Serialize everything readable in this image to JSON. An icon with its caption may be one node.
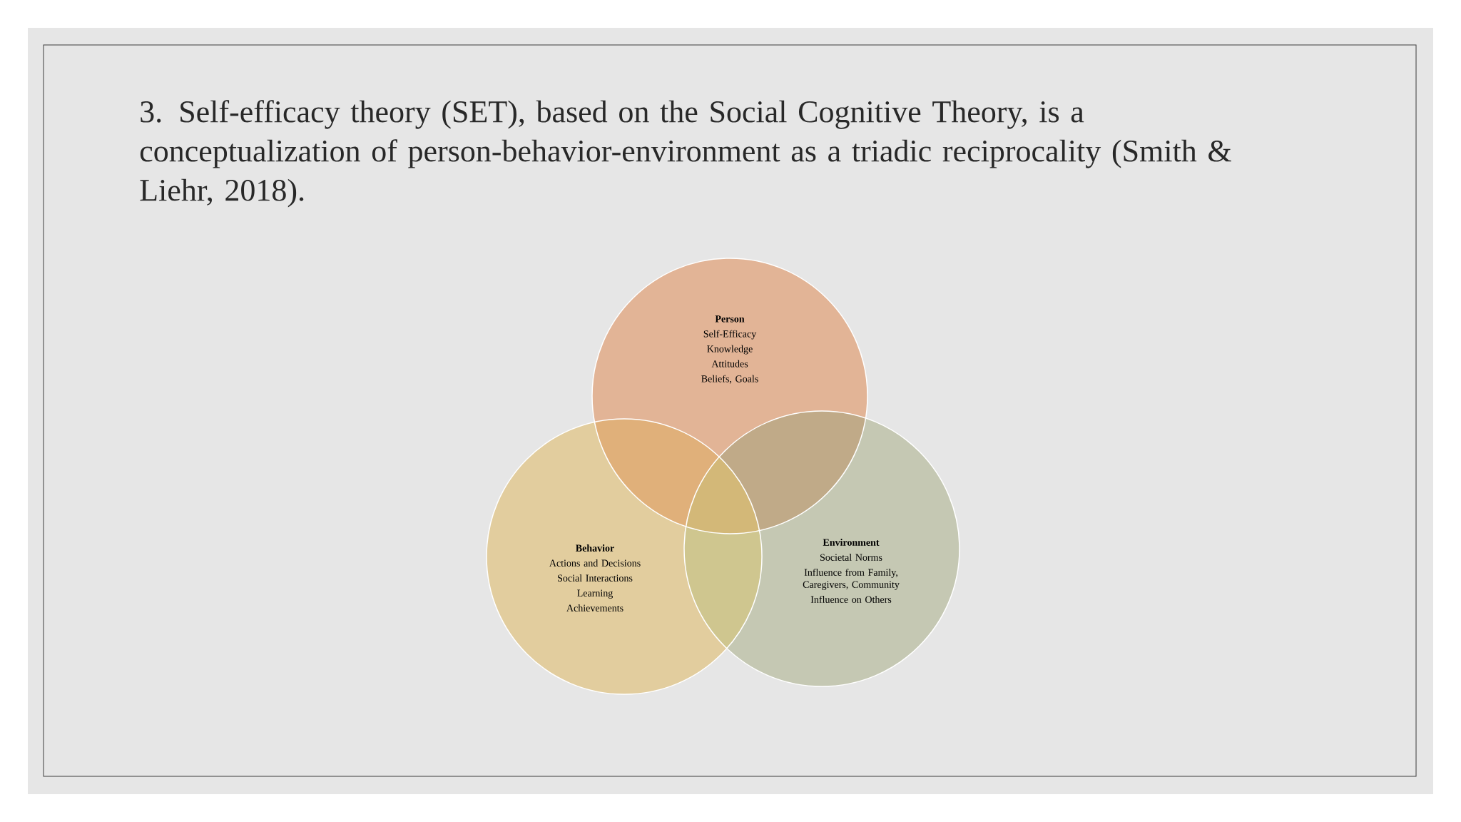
{
  "diagram": {
    "title": "3. Self-efficacy theory (SET), based on the Social Cognitive Theory, is a conceptualization of person-behavior-environment as a triadic reciprocality (Smith & Liehr, 2018).",
    "nodes": [
      {
        "text": [
          "Person",
          "Self-Efficacy",
          "Knowledge",
          "Attitudes",
          "Beliefs, Goals"
        ]
      },
      {
        "text": [
          "Behavior",
          "Actions and Decisions",
          "Social Interactions",
          "Learning",
          "Achievements"
        ]
      },
      {
        "text": [
          "Environment",
          "Societal Norms",
          "Influence from Family, Caregivers, Community",
          "Influence on Others"
        ]
      }
    ],
    "edges": []
  }
}
